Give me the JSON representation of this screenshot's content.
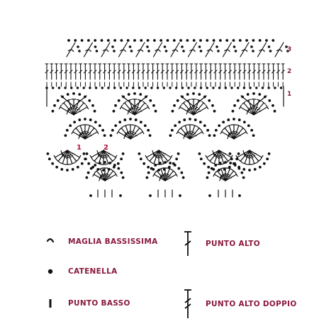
{
  "row_numbers": [
    "1",
    "2",
    "3"
  ],
  "motif_numbers": [
    "1",
    "2"
  ],
  "legend": {
    "slip_stitch": "MAGLIA BASSISSIMA",
    "chain": "CATENELLA",
    "single_crochet": "PUNTO BASSO",
    "double_crochet": "PUNTO ALTO",
    "treble_crochet": "PUNTO ALTO DOPPIO"
  },
  "colors": {
    "text": "#8a1a3c",
    "numbers": "#b01236",
    "symbols": "#111111"
  }
}
